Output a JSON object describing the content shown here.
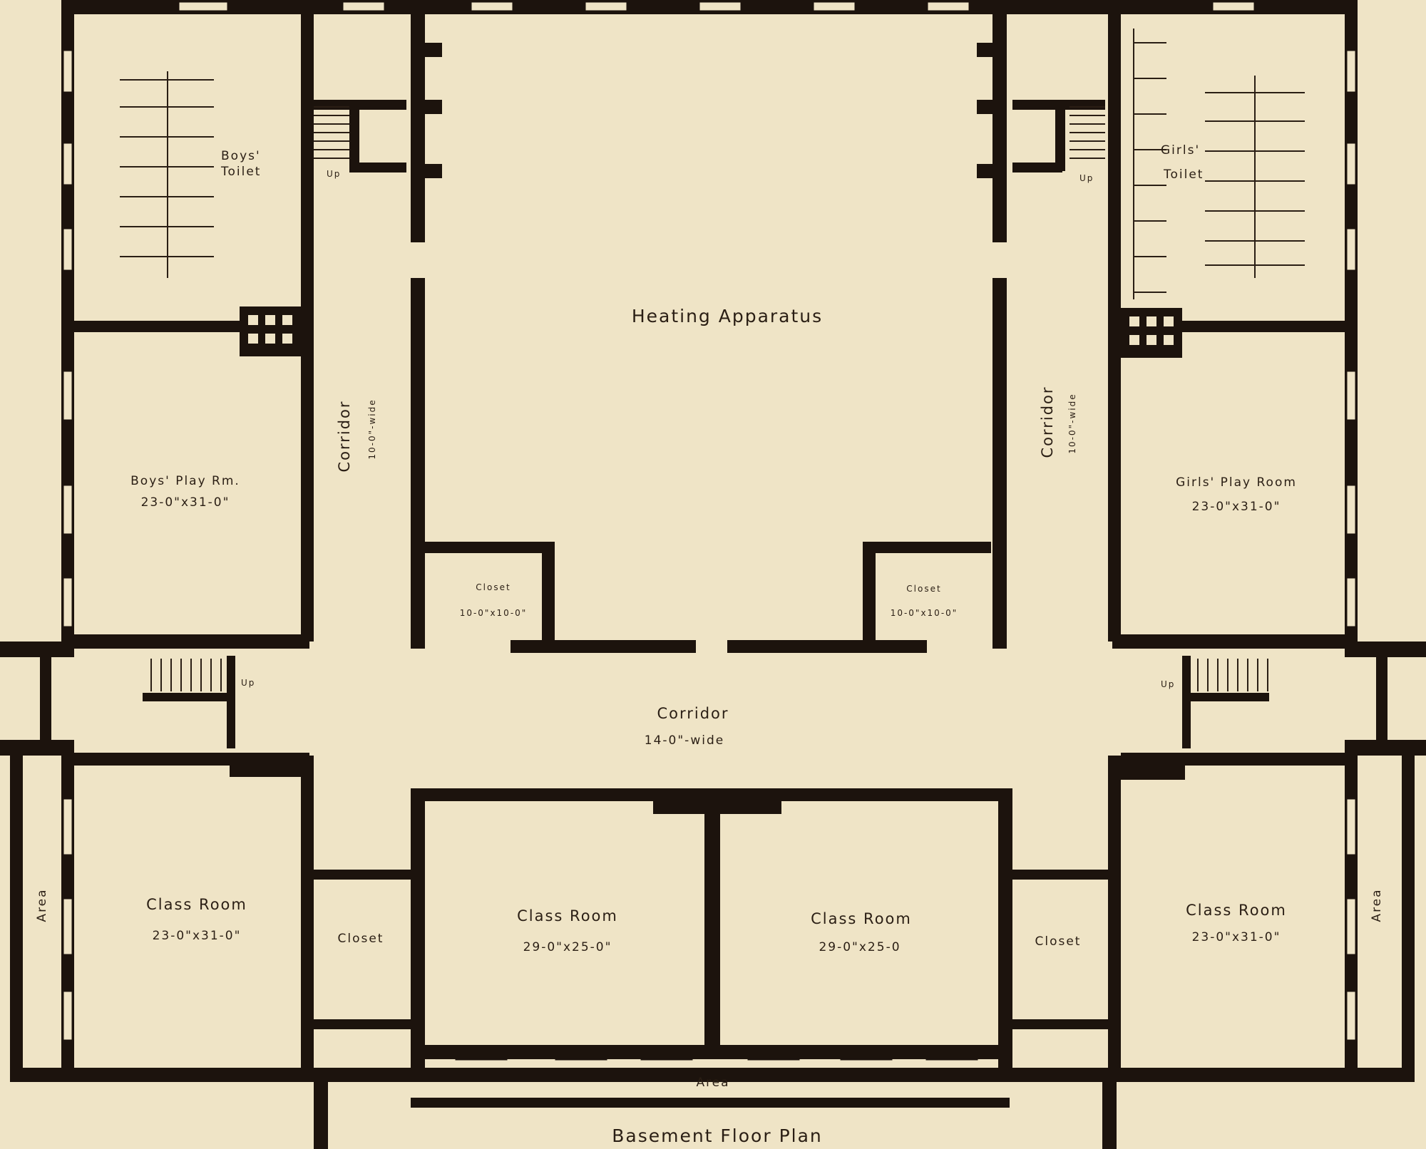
{
  "plan": {
    "title": "Basement Floor Plan",
    "rooms": {
      "heating": "Heating Apparatus",
      "boys_toilet_1": "Boys'",
      "boys_toilet_2": "Toilet",
      "girls_toilet_1": "Girls'",
      "girls_toilet_2": "Toilet",
      "boys_play": "Boys' Play Rm.",
      "boys_play_dim": "23-0\"x31-0\"",
      "girls_play": "Girls' Play Room",
      "girls_play_dim": "23-0\"x31-0\"",
      "corridor_left": "Corridor",
      "corridor_left_dim": "10-0\"-wide",
      "corridor_right": "Corridor",
      "corridor_right_dim": "10-0\"-wide",
      "corridor_main": "Corridor",
      "corridor_main_dim": "14-0\"-wide",
      "closet_left": "Closet",
      "closet_left_dim": "10-0\"x10-0\"",
      "closet_right": "Closet",
      "closet_right_dim": "10-0\"x10-0\"",
      "class_1": "Class Room",
      "class_1_dim": "23-0\"x31-0\"",
      "class_2": "Class Room",
      "class_2_dim": "29-0\"x25-0\"",
      "class_3": "Class Room",
      "class_3_dim": "29-0\"x25-0",
      "class_4": "Class Room",
      "class_4_dim": "23-0\"x31-0\"",
      "closet_low_left": "Closet",
      "closet_low_right": "Closet",
      "area_left": "Area",
      "area_right": "Area",
      "area_bottom": "Area"
    },
    "stair_up": [
      "Up",
      "Up",
      "Up",
      "Up"
    ],
    "colors": {
      "paper": "#efe4c6",
      "ink": "#1c130d"
    }
  }
}
